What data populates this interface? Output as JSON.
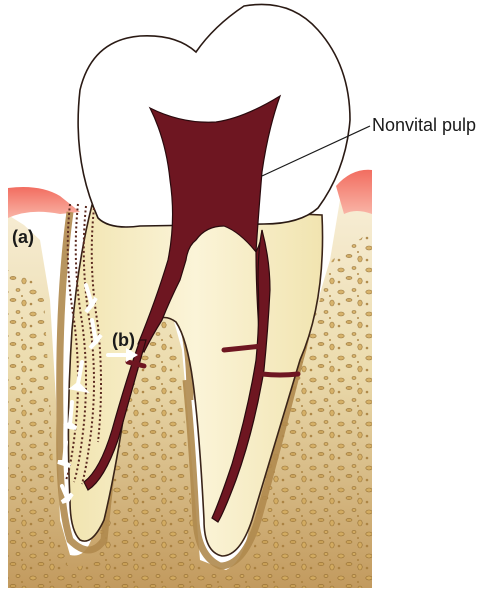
{
  "labels": {
    "pulp": "Nonvital pulp",
    "a": "(a)",
    "b": "(b)"
  },
  "colors": {
    "enamel": "#ffffff",
    "dentin": "#f6edc2",
    "pulp": "#6e1621",
    "gingiva": "#f07a6c",
    "bone_top": "#f4e6c8",
    "bone_bottom": "#c8a56e",
    "ligament": "#c9a66b",
    "outline": "#2a1a14",
    "arrow": "#ffffff",
    "plaque": "#5b2a20"
  }
}
